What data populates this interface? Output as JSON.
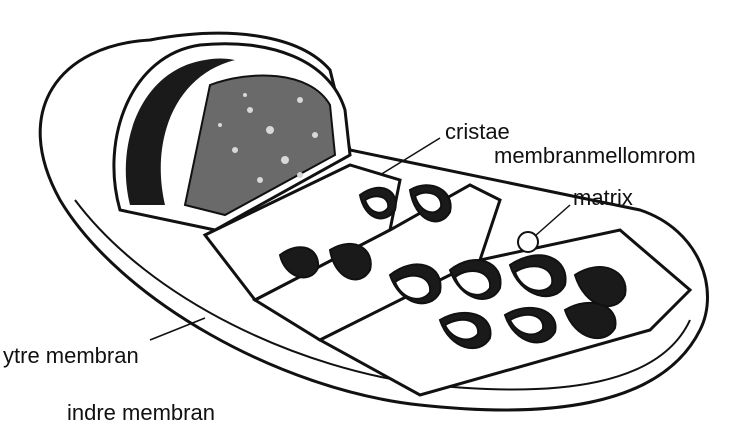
{
  "labels": {
    "cristae": "cristae",
    "intermembrane": "membranmellomrom",
    "matrix": "matrix",
    "outer_membrane": "ytre membran",
    "inner_membrane": "indre membran"
  },
  "colors": {
    "ink": "#111111",
    "fill": "#ffffff",
    "shade": "#3a3a3a"
  }
}
